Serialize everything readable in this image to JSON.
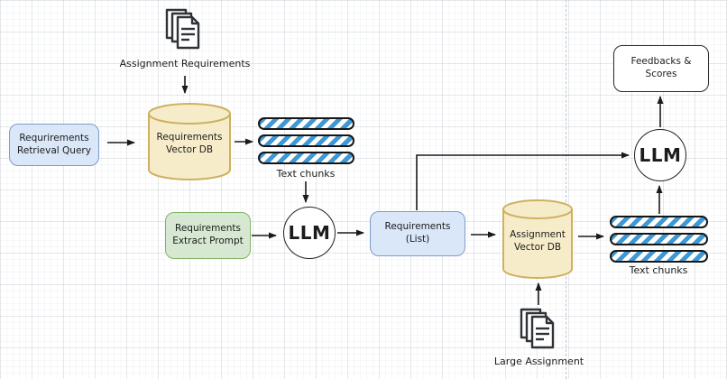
{
  "colors": {
    "blue_fill": "#d9e7f8",
    "blue_border": "#7f9cc9",
    "green_fill": "#d6e8d2",
    "green_border": "#84b266",
    "yellow_fill": "#f7ecca",
    "yellow_border": "#cdb15f",
    "stripe_blue": "#3f98d4",
    "line": "#1a1a1a"
  },
  "nodes": {
    "assignment_requirements": {
      "label": "Assignment Requirements"
    },
    "retrieval_query": {
      "label": "Requrirements\nRetrieval Query"
    },
    "requirements_vector_db": {
      "label": "Requirements\nVector DB"
    },
    "text_chunks_left": {
      "label": "Text chunks"
    },
    "requirements_extract_prompt": {
      "label": "Requirements\nExtract Prompt"
    },
    "llm_left": {
      "label": "LLM"
    },
    "requirements_list": {
      "label": "Requirements\n(List)"
    },
    "assignment_vector_db": {
      "label": "Assignment\nVector DB"
    },
    "text_chunks_right": {
      "label": "Text chunks"
    },
    "llm_right": {
      "label": "LLM"
    },
    "feedbacks_scores": {
      "label": "Feedbacks &\nScores"
    },
    "large_assignment": {
      "label": "Large Assignment"
    }
  }
}
